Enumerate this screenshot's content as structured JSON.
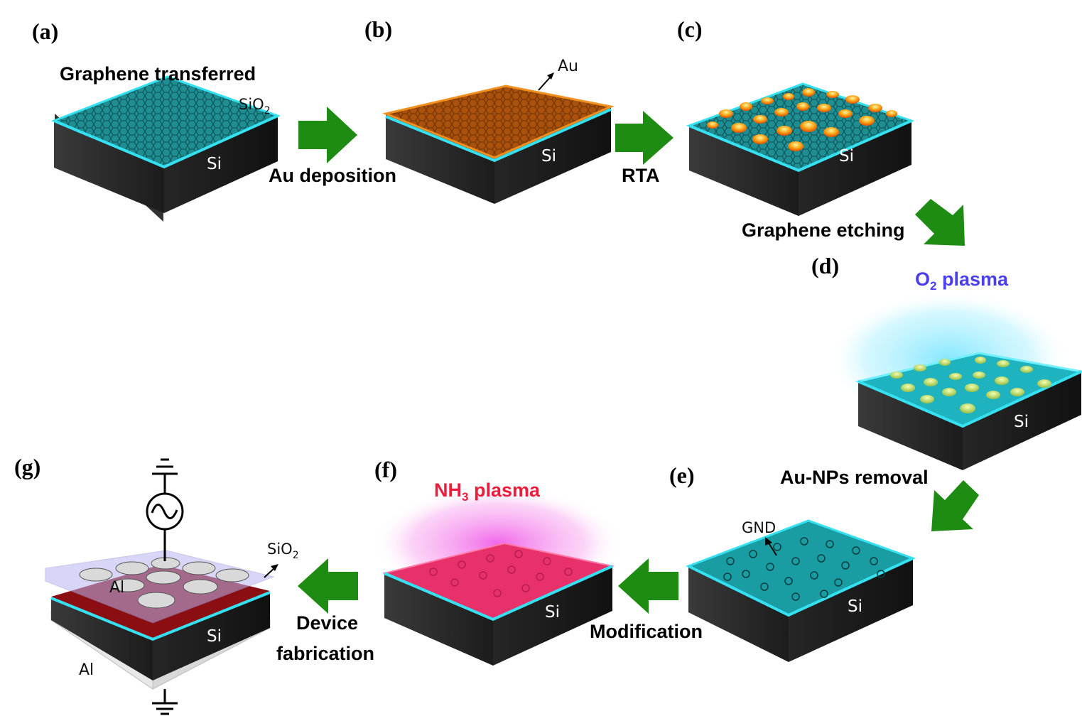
{
  "panels": {
    "a": "(a)",
    "b": "(b)",
    "c": "(c)",
    "d": "(d)",
    "e": "(e)",
    "f": "(f)",
    "g": "(g)"
  },
  "labels": {
    "graphene_transferred": "Graphene transferred",
    "sio2_main": "SiO",
    "sio2_sub": "2",
    "si": "Si",
    "au": "Au",
    "au_deposition": "Au deposition",
    "rta": "RTA",
    "graphene_etching": "Graphene etching",
    "o2_main": "O",
    "o2_sub": "2",
    "o2_rest": " plasma",
    "au_nps_removal": "Au-NPs removal",
    "gnd": "GND",
    "modification": "Modification",
    "nh3_main": "NH",
    "nh3_sub": "3",
    "nh3_rest": " plasma",
    "device": "Device",
    "fabrication": "fabrication",
    "al": "Al"
  },
  "colors": {
    "si_side": "#2b2b2b",
    "sio2_edge": "#35e0f0",
    "graphene_top": "#1e8e92",
    "au_film": "#b85a05",
    "nh3_top": "#e8306a",
    "al_top_layer": "#8b0f12",
    "arrow_green": "#1e8c12",
    "o2_text": "#4a3ff0",
    "nh3_text": "#ee1c3c"
  }
}
